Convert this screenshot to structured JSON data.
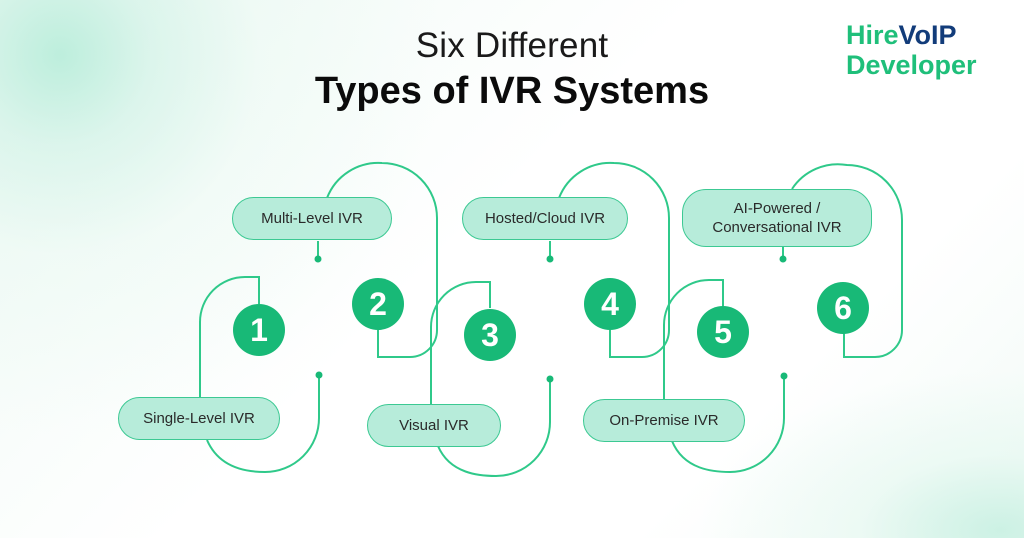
{
  "header": {
    "title_line1": "Six Different",
    "title_line2": "Types of IVR Systems"
  },
  "logo": {
    "part1": "Hire",
    "part2": "VoIP",
    "part3": "Developer"
  },
  "colors": {
    "accent_green": "#18b977",
    "line_green": "#2fc98a",
    "pill_fill": "#b7ecda",
    "logo_blue": "#123c7a"
  },
  "steps": [
    {
      "number": "1",
      "label": "Single-Level IVR"
    },
    {
      "number": "2",
      "label": "Multi-Level IVR"
    },
    {
      "number": "3",
      "label": "Visual IVR"
    },
    {
      "number": "4",
      "label": "Hosted/Cloud IVR"
    },
    {
      "number": "5",
      "label": "On-Premise IVR"
    },
    {
      "number": "6",
      "label": "AI-Powered / Conversational IVR"
    }
  ]
}
